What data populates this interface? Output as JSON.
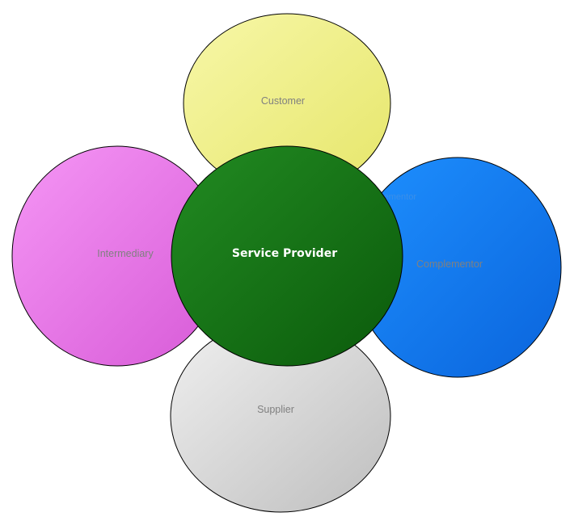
{
  "diagram": {
    "center": {
      "label": "Service Provider",
      "fill_top": "#228B22",
      "fill_bottom": "#0B5A0B"
    },
    "nodes": {
      "customer": {
        "label": "Customer",
        "fill_light": "#F7F7A8",
        "fill_dark": "#E6E66A"
      },
      "intermediary": {
        "label": "Intermediary",
        "fill_light": "#F596F5",
        "fill_dark": "#D75AD7"
      },
      "complementor": {
        "label": "Complementor",
        "fill_light": "#1E90FF",
        "fill_dark": "#0A64DC"
      },
      "supplier": {
        "label": "Supplier",
        "fill_light": "#F0F0F0",
        "fill_dark": "#BEBEBE"
      }
    },
    "ghost_label": "Complementor"
  }
}
